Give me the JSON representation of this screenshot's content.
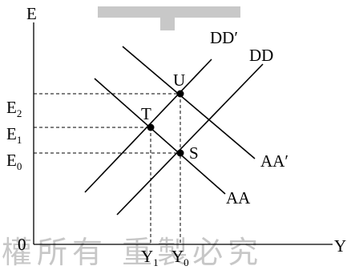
{
  "axes": {
    "y_label": "E",
    "x_label": "Y",
    "origin_label": "0"
  },
  "curves": {
    "dd": "DD",
    "dd_prime": "DD′",
    "aa": "AA",
    "aa_prime": "AA′"
  },
  "points": {
    "t": "T",
    "s": "S",
    "u": "U"
  },
  "ticks": {
    "e2": {
      "base": "E",
      "sub": "2"
    },
    "e1": {
      "base": "E",
      "sub": "1"
    },
    "e0": {
      "base": "E",
      "sub": "0"
    },
    "y1": {
      "base": "Y",
      "sub": "1"
    },
    "y0": {
      "base": "Y",
      "sub": "0"
    }
  },
  "watermark": {
    "text": "權所有 重製必究"
  }
}
